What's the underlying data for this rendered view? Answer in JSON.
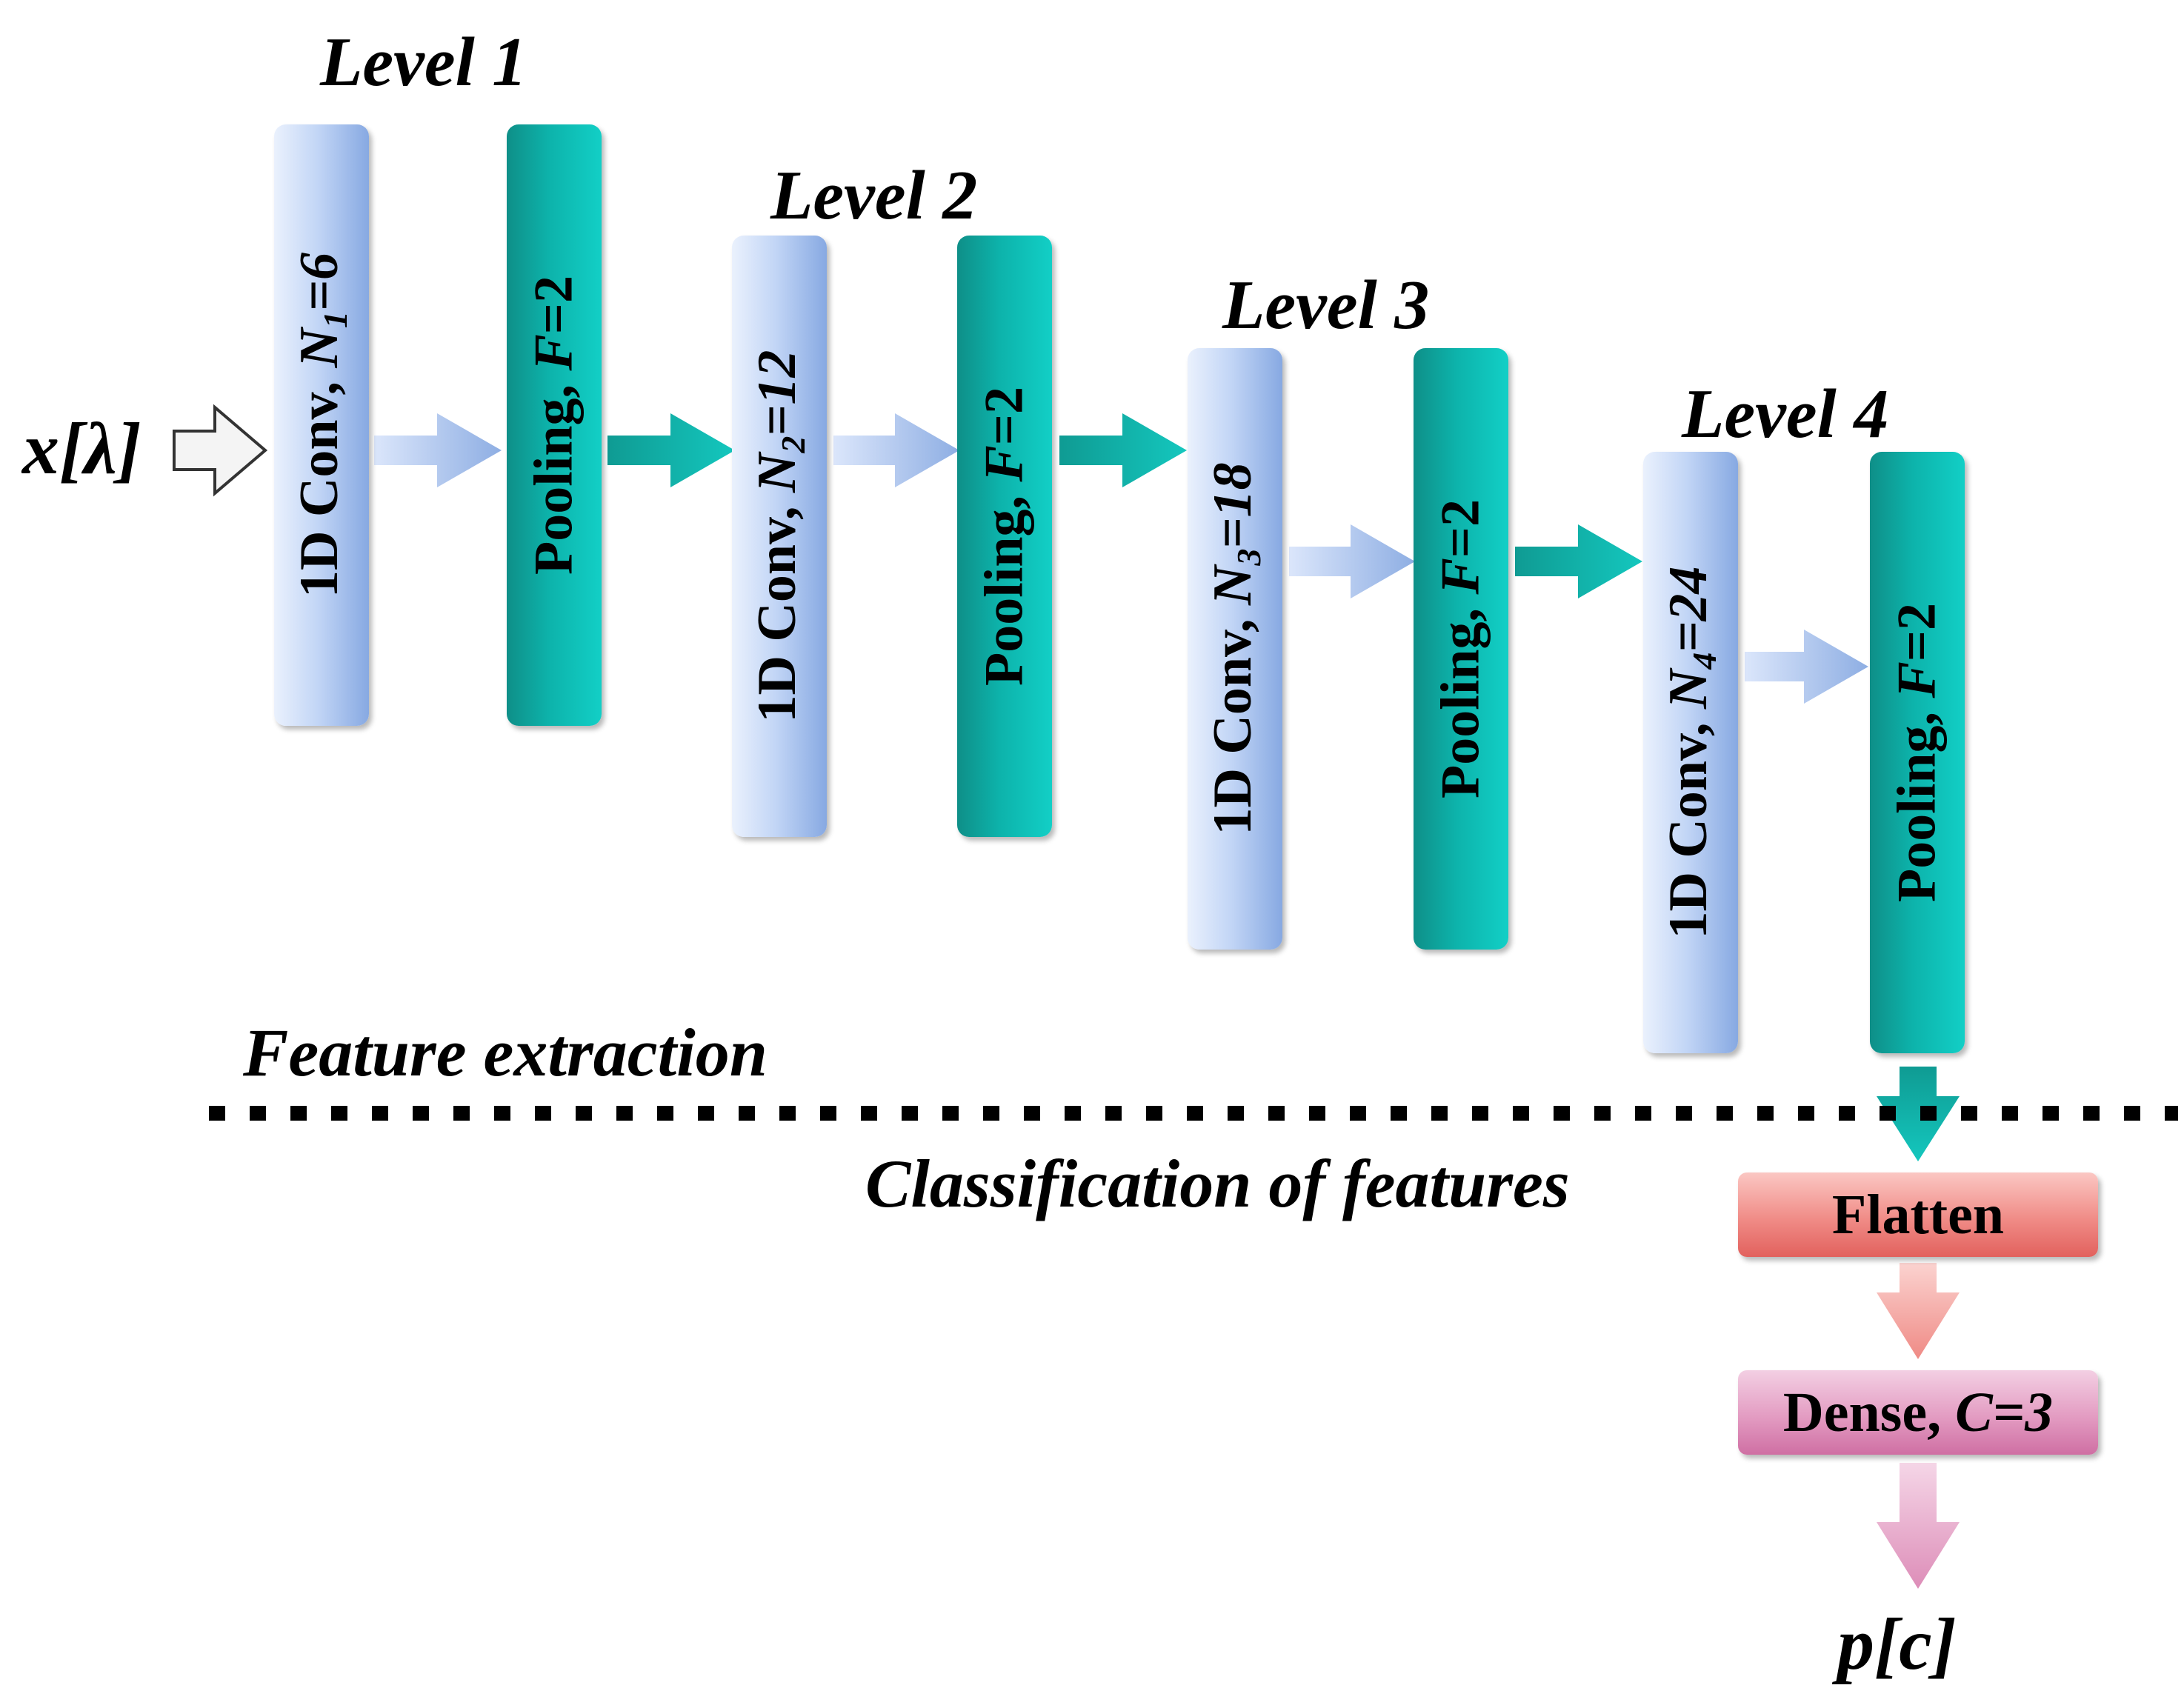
{
  "input_label": "x[λ]",
  "output_label": "p[c]",
  "levels": [
    {
      "title": "Level 1",
      "conv": {
        "prefix": "1D Conv, ",
        "var": "N",
        "sub": "1",
        "value": "=6"
      },
      "pool": {
        "prefix": "Pooling, ",
        "var": "F",
        "value": "=2"
      }
    },
    {
      "title": "Level 2",
      "conv": {
        "prefix": "1D Conv, ",
        "var": "N",
        "sub": "2",
        "value": "=12"
      },
      "pool": {
        "prefix": "Pooling, ",
        "var": "F",
        "value": "=2"
      }
    },
    {
      "title": "Level 3",
      "conv": {
        "prefix": "1D Conv, ",
        "var": "N",
        "sub": "3",
        "value": "=18"
      },
      "pool": {
        "prefix": "Pooling, ",
        "var": "F",
        "value": "=2"
      }
    },
    {
      "title": "Level 4",
      "conv": {
        "prefix": "1D Conv, ",
        "var": "N",
        "sub": "4",
        "value": "=24"
      },
      "pool": {
        "prefix": "Pooling, ",
        "var": "F",
        "value": "=2"
      }
    }
  ],
  "sections": {
    "feature_extraction": "Feature extraction",
    "classification": "Classification of features"
  },
  "flatten": {
    "label": "Flatten"
  },
  "dense": {
    "prefix": "Dense, ",
    "var": "C=3"
  },
  "colors": {
    "conv_light": "#eaf1fd",
    "conv_dark": "#87a9e2",
    "pool_light": "#12cfc6",
    "pool_dark": "#0e8f88",
    "flatten": "#f08c87",
    "dense": "#e39cc2"
  }
}
